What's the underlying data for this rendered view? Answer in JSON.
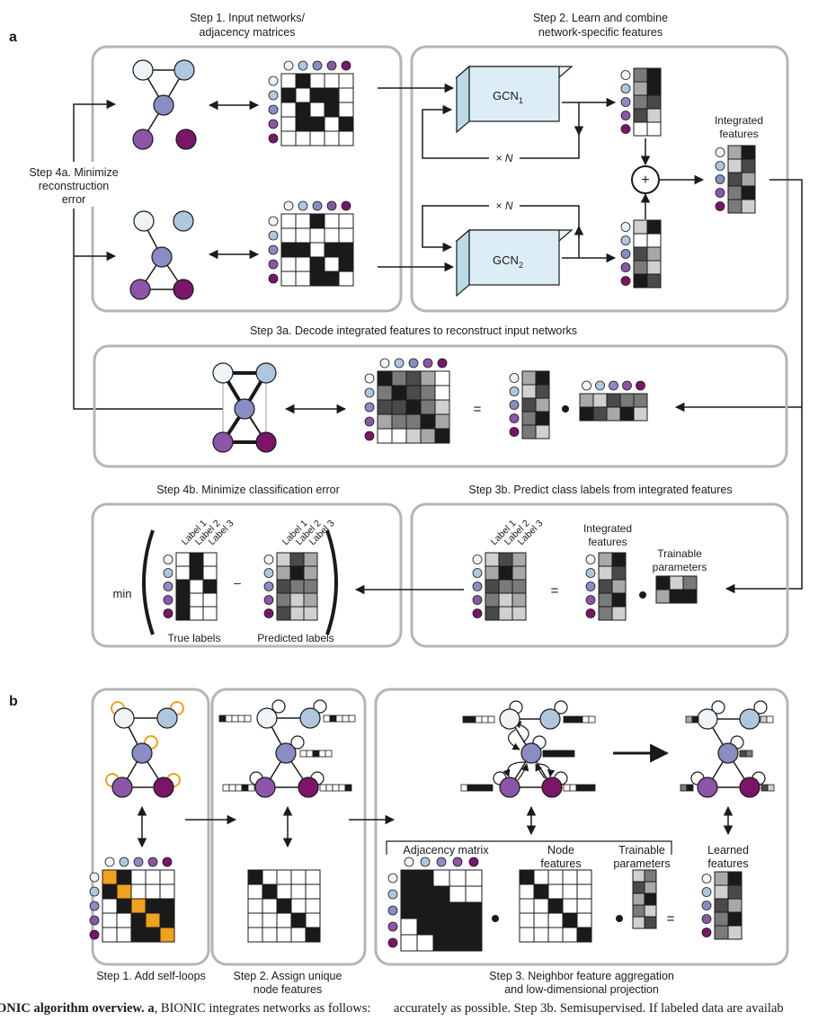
{
  "panel_a": {
    "label": "a",
    "step1_title": [
      "Step 1. Input networks/",
      "adjacency matrices"
    ],
    "step2_title": [
      "Step 2. Learn and combine",
      "network-specific features"
    ],
    "step4a": [
      "Step 4a. Minimize",
      "reconstruction",
      "error"
    ],
    "gcn1": "GCN",
    "gcn1_sub": "1",
    "gcn2": "GCN",
    "gcn2_sub": "2",
    "xn_prefix": "× ",
    "xn_var": "N",
    "plus": "+",
    "integrated_features": [
      "Integrated",
      "features"
    ],
    "step3a_title": "Step 3a. Decode integrated features to reconstruct input networks",
    "equals": "=",
    "step4b_title": "Step 4b. Minimize classification error",
    "step3b_title": "Step 3b. Predict class labels from integrated features",
    "labels": [
      "Label 1",
      "Label 2",
      "Label 3"
    ],
    "min": "min",
    "minus": "–",
    "true_labels": "True labels",
    "predicted_labels": "Predicted labels",
    "trainable_parameters": [
      "Trainable",
      "parameters"
    ]
  },
  "panel_b": {
    "label": "b",
    "step1": "Step 1. Add self-loops",
    "step2": [
      "Step 2. Assign unique",
      "node features"
    ],
    "step3": [
      "Step 3. Neighbor feature aggregation",
      "and low-dimensional projection"
    ],
    "adjacency_matrix": "Adjacency matrix",
    "node_features": [
      "Node",
      "features"
    ],
    "trainable_parameters": [
      "Trainable",
      "parameters"
    ],
    "learned_features": [
      "Learned",
      "features"
    ]
  },
  "caption": {
    "left_bold": "ONIC algorithm overview. a",
    "left_rest": ", BIONIC integrates networks as follows:",
    "right": "accurately as possible. Step 3b. Semisupervised. If labeled data are availab"
  },
  "colors": {
    "node_c1": "#eef4f8",
    "node_c2": "#aec7df",
    "node_c3": "#8a8cc4",
    "node_c4": "#8c55a8",
    "node_c5": "#7a1568",
    "panel_border": "#b5b5b5",
    "gcn_fill": "#dcedf5",
    "self_loop": "#f0a21e"
  }
}
